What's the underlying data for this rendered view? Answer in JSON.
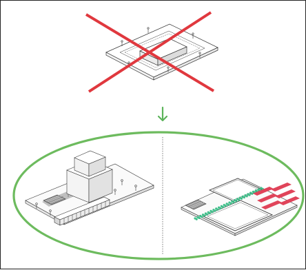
{
  "diagram": {
    "top_panel": {
      "rejected": true,
      "cross_color": "#e0383e",
      "description_icon": "cross-mark-icon"
    },
    "arrow": {
      "color": "#5cb35a",
      "icon": "arrow-down-icon"
    },
    "bottom_panel": {
      "ellipse_color": "#6dbb5e",
      "divider": "dotted",
      "left_scene": "isometric-building-plan",
      "right_scene": "isometric-zoned-site-plan",
      "zone_labels": {
        "top_box": "",
        "bottom_box": ""
      },
      "accent_red": "#e0445a",
      "accent_green": "#3fbf8a"
    }
  }
}
